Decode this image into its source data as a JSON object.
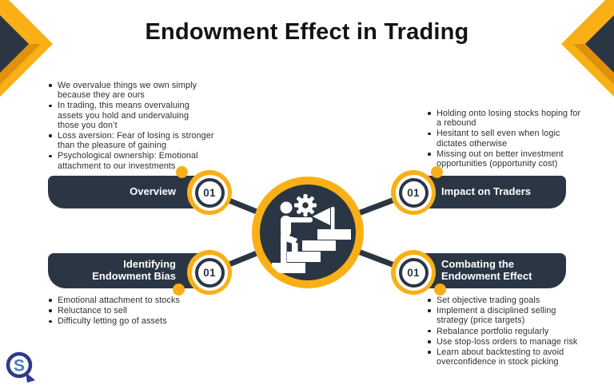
{
  "title": "Endowment Effect in Trading",
  "colors": {
    "yellow": "#F9B017",
    "yellow_dark": "#E0900D",
    "navy": "#2B3645",
    "ink": "#131313",
    "text": "#2F2F2F",
    "logo_dark": "#2B3990",
    "logo_light": "#4A7CBE"
  },
  "center": {
    "icon": "person-climbing-stairs-to-flag-with-gear"
  },
  "logo": {
    "letter": "S"
  },
  "sections": [
    {
      "id": "overview",
      "label": "Overview",
      "number": "01",
      "bullets": [
        "We overvalue things we own simply\nbecause they are ours",
        "In trading, this means overvaluing\nassets you hold and undervaluing\nthose you don’t",
        "Loss aversion: Fear of losing is stronger\nthan the pleasure of gaining",
        "Psychological ownership: Emotional\nattachment to our investments"
      ]
    },
    {
      "id": "impact-on-traders",
      "label": "Impact on Traders",
      "number": "01",
      "bullets": [
        "Holding onto losing stocks hoping for\na rebound",
        "Hesitant to sell even when logic\ndictates otherwise",
        "Missing out on better investment\nopportunities (opportunity cost)"
      ]
    },
    {
      "id": "identifying-endowment-bias",
      "label": "Identifying\nEndowment Bias",
      "number": "01",
      "bullets": [
        "Emotional attachment to stocks",
        "Reluctance to sell",
        "Difficulty letting go of assets"
      ]
    },
    {
      "id": "combating-the-endowment-effect",
      "label": "Combating the\nEndowment Effect",
      "number": "01",
      "bullets": [
        "Set objective trading goals",
        "Implement a disciplined selling\nstrategy (price targets)",
        "Rebalance portfolio regularly",
        "Use stop-loss orders to manage risk",
        "Learn about backtesting to avoid\noverconfidence in stock picking"
      ]
    }
  ]
}
